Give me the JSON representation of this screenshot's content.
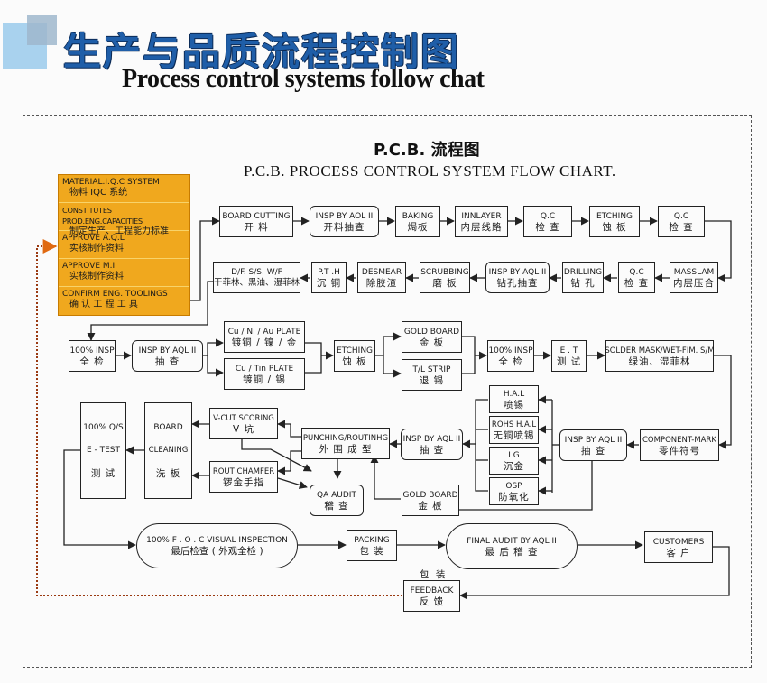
{
  "header": {
    "title_cn": "生产与品质流程控制图",
    "title_en": "Process control systems follow chat"
  },
  "chart": {
    "title": "P.C.B. 流程图",
    "subtitle": "P.C.B. PROCESS CONTROL SYSTEM FLOW CHART."
  },
  "colors": {
    "accent_yellow": "#f0a81e",
    "title_blue": "#1f5ea8",
    "feedback_orange": "#e06a12",
    "feedback_dot": "#9a3a12"
  },
  "system_panel": [
    {
      "en": "MATERIAL.I.Q.C SYSTEM",
      "cn": "物料  IQC  系统"
    },
    {
      "en": "CONSTITUTES PROD.ENG.CAPACITIES",
      "cn": "制定生产、工程能力标准"
    },
    {
      "en": "APPROVE    A.Q.L",
      "cn": "实核制作资料"
    },
    {
      "en": "APPROVE    M.I",
      "cn": "实核制作资料"
    },
    {
      "en": "CONFIRM ENG. TOOLINGS",
      "cn": "确 认 工 程 工 具"
    }
  ],
  "steps": {
    "board_cutting": {
      "en": "BOARD CUTTING",
      "cn": "开      料"
    },
    "insp_aol": {
      "en": "INSP BY  AOL  II",
      "cn": "开料抽查"
    },
    "baking": {
      "en": "BAKING",
      "cn": "焗板"
    },
    "innlayer": {
      "en": "INNLAYER",
      "cn": "内层线路"
    },
    "qc1": {
      "en": "Q.C",
      "cn": "检 查"
    },
    "etching1": {
      "en": "ETCHING",
      "cn": "蚀 板"
    },
    "qc2": {
      "en": "Q.C",
      "cn": "检 查"
    },
    "masslam": {
      "en": "MASSLAM",
      "cn": "内层压合"
    },
    "qc3": {
      "en": "Q.C",
      "cn": "检 查"
    },
    "drilling": {
      "en": "DRILLING",
      "cn": "钻 孔"
    },
    "insp_drill": {
      "en": "INSP BY AQL  II",
      "cn": "钻孔抽查"
    },
    "scrubbing": {
      "en": "SCRUBBING",
      "cn": "磨 板"
    },
    "desmear": {
      "en": "DESMEAR",
      "cn": "除胶渣"
    },
    "pth": {
      "en": "P.T .H",
      "cn": "沉 铜"
    },
    "dfsswf": {
      "en": "D/F. S/S. W/F",
      "cn": "干菲林、黑油、湿菲林"
    },
    "insp100_1": {
      "en": "100% INSP",
      "cn": "全 检"
    },
    "insp_aql1": {
      "en": "INSP BY AQL  II",
      "cn": "抽    查"
    },
    "cu_ni_au": {
      "en": "Cu / Ni / Au    PLATE",
      "cn": "镀铜 / 镍 / 金"
    },
    "cu_tin": {
      "en": "Cu / Tin  PLATE",
      "cn": "镀铜 / 锡"
    },
    "etching2": {
      "en": "ETCHING",
      "cn": "蚀 板"
    },
    "gold_board1": {
      "en": "GOLD BOARD",
      "cn": "金 板"
    },
    "tl_strip": {
      "en": "T/L  STRIP",
      "cn": "退   锡"
    },
    "insp100_2": {
      "en": "100% INSP",
      "cn": "全 检"
    },
    "et": {
      "en": "E . T",
      "cn": "测 试"
    },
    "solder_mask": {
      "en": "SOLDER MASK/WET-FIM. S/M",
      "cn": "绿油、湿菲林"
    },
    "component_mark": {
      "en": "COMPONENT-MARK",
      "cn": "零件符号"
    },
    "insp_aql2": {
      "en": "INSP BY AQL  II",
      "cn": "抽    查"
    },
    "hal": {
      "en": "H.A.L",
      "cn": "喷锡"
    },
    "rohs_hal": {
      "en": "ROHS H.A.L",
      "cn": "无铜喷锡"
    },
    "ig": {
      "en": "I G",
      "cn": "沉金"
    },
    "osp": {
      "en": "OSP",
      "cn": "防氧化"
    },
    "insp_aql3": {
      "en": "INSP BY AQL  II",
      "cn": "抽    查"
    },
    "gold_board2": {
      "en": "GOLD BOARD",
      "cn": "金 板"
    },
    "punching": {
      "en": "PUNCHING/ROUTINHG",
      "cn": "外 围 成 型"
    },
    "qa_audit": {
      "en": "QA    AUDIT",
      "cn": "稽   查"
    },
    "vcut": {
      "en": "V-CUT SCORING",
      "cn": "V     坑"
    },
    "rout_chamfer": {
      "en": "ROUT CHAMFER",
      "cn": "锣金手指"
    },
    "board_cleaning": {
      "en1": "BOARD",
      "en2": "CLEANING",
      "cn": "洗   板"
    },
    "etest": {
      "en1": "100%  Q/S",
      "en2": "E - TEST",
      "cn": "测   试"
    },
    "foc": {
      "en": "100% F . O . C    VISUAL INSPECTION",
      "cn": "最后检查 ( 外观全检 )"
    },
    "packing": {
      "en": "PACKING",
      "cn": "包 装"
    },
    "final_audit": {
      "en": "FINAL     AUDIT BY    AQL  II",
      "cn": "最 后 稽 查"
    },
    "customers": {
      "en": "CUSTOMERS",
      "cn": "客      户"
    },
    "feedback": {
      "en": "FEEDBACK",
      "cn": "反   馈",
      "label_above": "包 装"
    }
  }
}
